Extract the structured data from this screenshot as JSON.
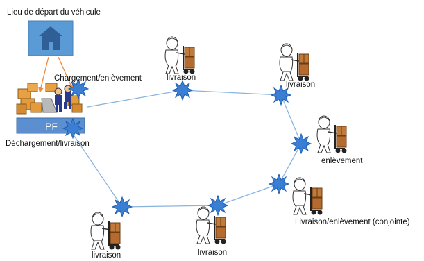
{
  "diagram": {
    "depot_label": "Lieu de départ du véhicule",
    "pf_label": "PF",
    "loading_label": "Chargement/enlèvement",
    "unloading_label": "Déchargement/livraison",
    "stops": [
      {
        "label": "livraison"
      },
      {
        "label": "livraison"
      },
      {
        "label": "enlèvement"
      },
      {
        "label": "Livraison/enlèvement  (conjointe)"
      },
      {
        "label": "livraison"
      },
      {
        "label": "livraison"
      }
    ],
    "colors": {
      "route": "#8ab4e0",
      "star": "#3b7fd4",
      "star_stroke": "#1f5fb0",
      "depot_box": "#5b9bd5",
      "pf_box": "#5b8fcf",
      "depot_arrow": "#f08a3c",
      "box": "#c07a3a"
    },
    "icons": [
      "house-icon",
      "warehouse-workers-icon",
      "delivery-person-icon",
      "starburst-icon"
    ]
  }
}
